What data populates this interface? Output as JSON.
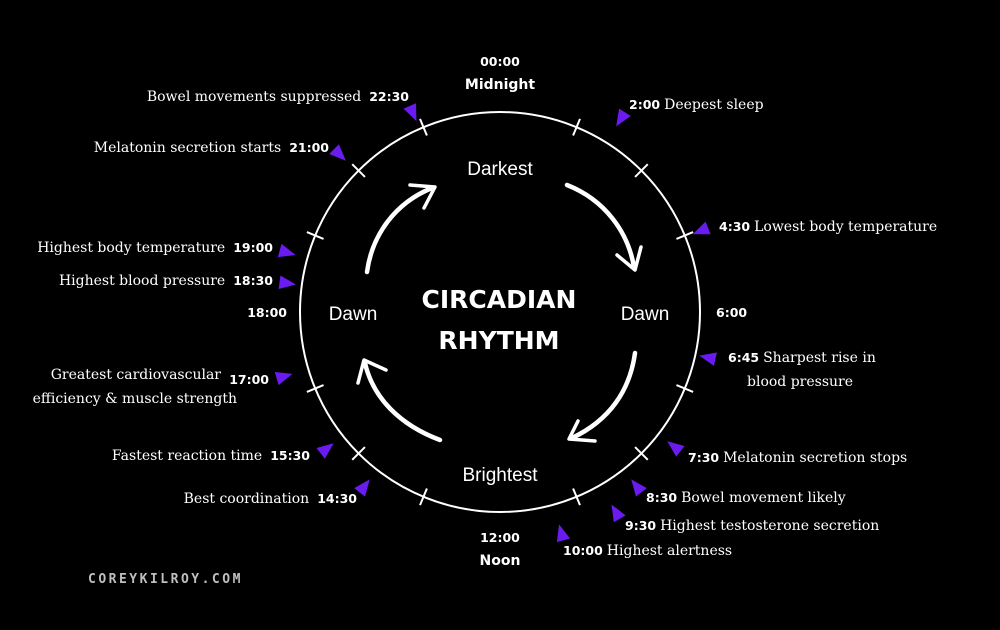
{
  "diagram": {
    "title_line1": "CIRCADIAN",
    "title_line2": "RHYTHM",
    "inner_top": "Darkest",
    "inner_bottom": "Brightest",
    "inner_left": "Dawn",
    "inner_right": "Dawn",
    "clock": {
      "top_time": "00:00",
      "top_name": "Midnight",
      "bottom_time": "12:00",
      "bottom_name": "Noon",
      "right_time": "6:00",
      "left_time": "18:00"
    },
    "events": [
      {
        "time": "2:00",
        "label": "Deepest sleep",
        "label2": ""
      },
      {
        "time": "4:30",
        "label": "Lowest body temperature",
        "label2": ""
      },
      {
        "time": "6:45",
        "label": "Sharpest rise in",
        "label2": "blood pressure"
      },
      {
        "time": "7:30",
        "label": "Melatonin secretion stops",
        "label2": ""
      },
      {
        "time": "8:30",
        "label": "Bowel movement likely",
        "label2": ""
      },
      {
        "time": "9:30",
        "label": "Highest testosterone secretion",
        "label2": ""
      },
      {
        "time": "10:00",
        "label": "Highest alertness",
        "label2": ""
      },
      {
        "time": "14:30",
        "label": "Best coordination",
        "label2": ""
      },
      {
        "time": "15:30",
        "label": "Fastest reaction time",
        "label2": ""
      },
      {
        "time": "17:00",
        "label": "Greatest cardiovascular",
        "label2": "efficiency & muscle strength"
      },
      {
        "time": "18:30",
        "label": "Highest blood pressure",
        "label2": ""
      },
      {
        "time": "19:00",
        "label": "Highest body temperature",
        "label2": ""
      },
      {
        "time": "21:00",
        "label": "Melatonin secretion starts",
        "label2": ""
      },
      {
        "time": "22:30",
        "label": "Bowel movements suppressed",
        "label2": ""
      }
    ],
    "watermark": "COREYKILROY.COM"
  },
  "colors": {
    "background": "#000000",
    "foreground": "#ffffff",
    "marker": "#6a1cf0"
  }
}
